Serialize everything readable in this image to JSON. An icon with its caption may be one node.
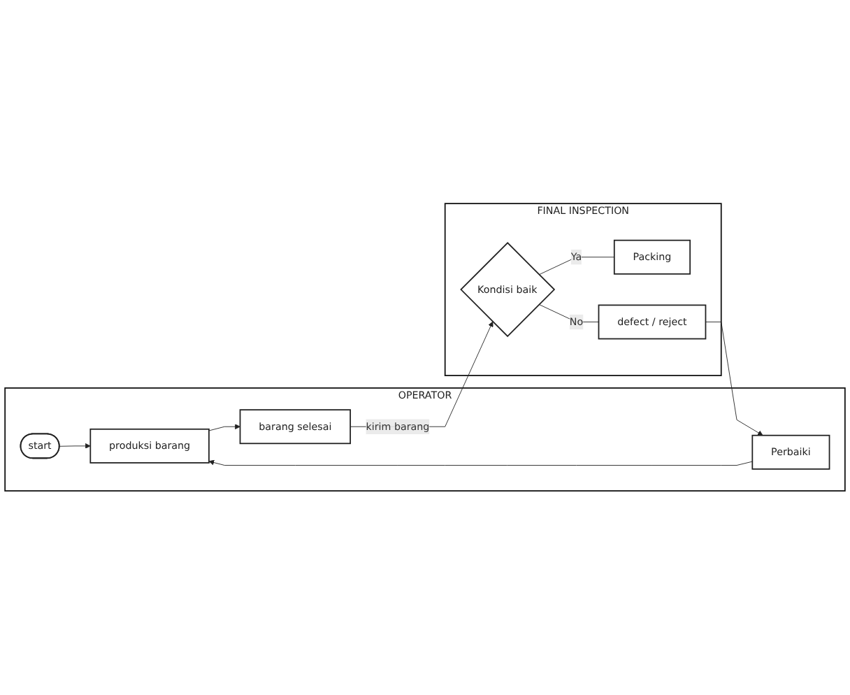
{
  "diagram": {
    "nodes": [
      {
        "text": [
          "OPERATOR"
        ]
      },
      {
        "text": [
          "FINAL INSPECTION"
        ]
      },
      {
        "text": [
          "start"
        ],
        "in": 0
      },
      {
        "text": [
          "produksi barang"
        ],
        "in": 0
      },
      {
        "text": [
          "barang selesai"
        ],
        "in": 0
      },
      {
        "text": [
          "Perbaiki"
        ],
        "in": 0
      },
      {
        "text": [
          "Kondisi baik"
        ],
        "in": 1
      },
      {
        "text": [
          "Packing"
        ],
        "in": 1
      },
      {
        "text": [
          "defect / reject"
        ],
        "in": 1
      }
    ],
    "edges": [
      {
        "from": 2,
        "to": 3,
        "arrow": "to"
      },
      {
        "from": 3,
        "to": 4,
        "arrow": "to"
      },
      {
        "from": 4,
        "to": 6,
        "arrow": "to",
        "label": "kirim barang"
      },
      {
        "from": 6,
        "to": 7,
        "arrow": "none",
        "label": "Ya"
      },
      {
        "from": 6,
        "to": 8,
        "arrow": "none",
        "label": "No"
      },
      {
        "from": 8,
        "to": 5,
        "arrow": "to"
      },
      {
        "from": 5,
        "to": 3,
        "arrow": "to"
      }
    ]
  }
}
